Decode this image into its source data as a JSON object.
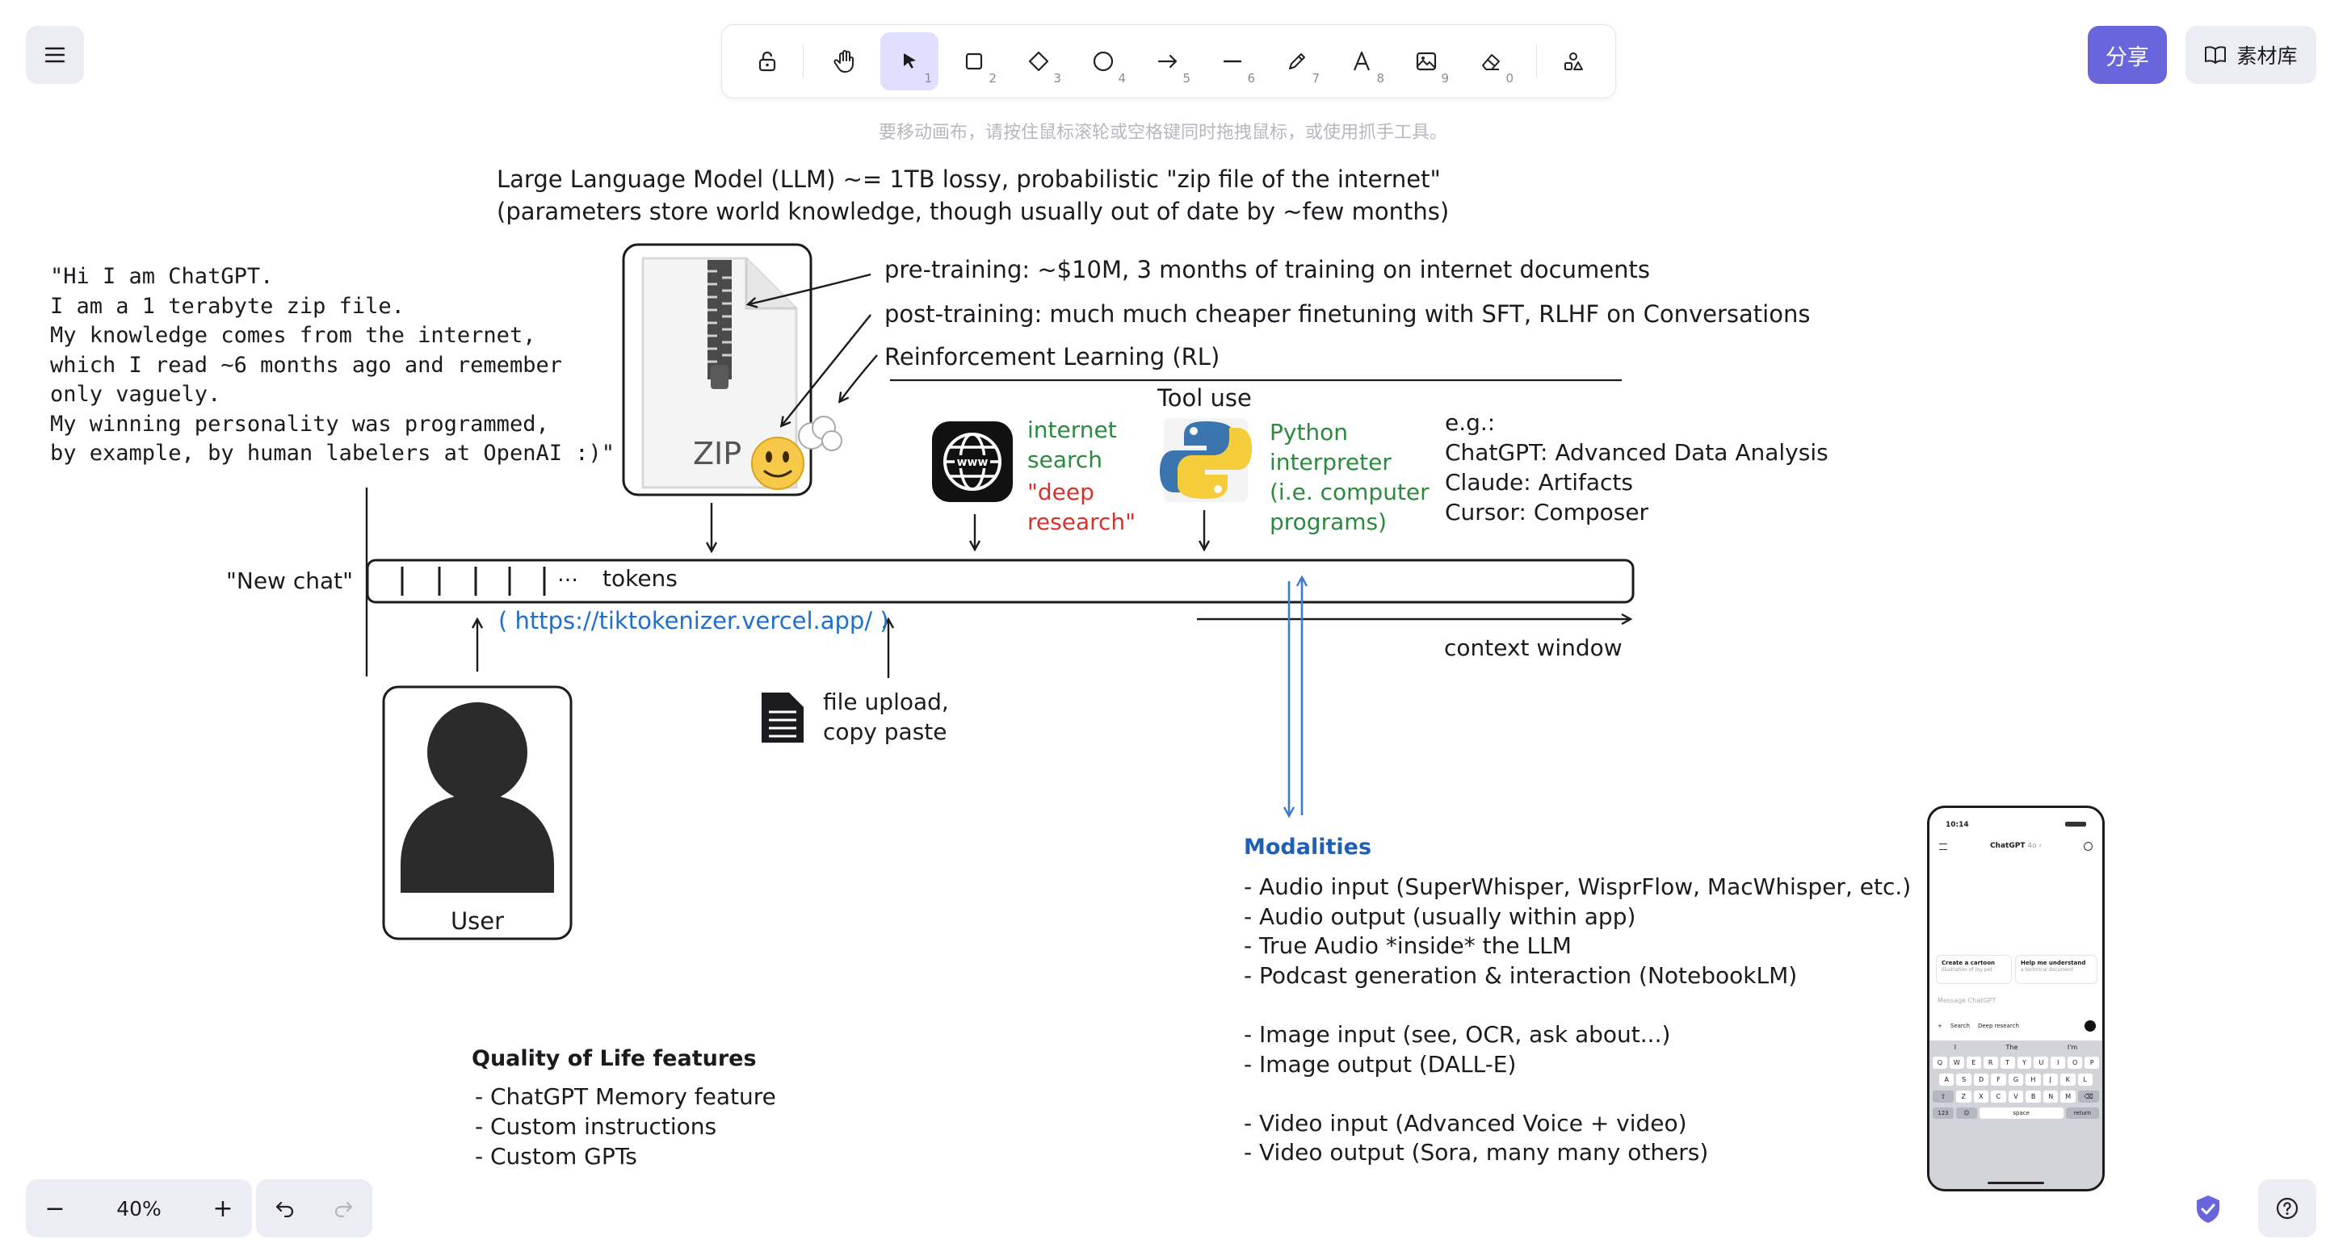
{
  "toolbar": {
    "tools": [
      {
        "name": "lock-tool",
        "key": ""
      },
      {
        "name": "hand-tool",
        "key": ""
      },
      {
        "name": "select-tool",
        "key": "1"
      },
      {
        "name": "rectangle-tool",
        "key": "2"
      },
      {
        "name": "diamond-tool",
        "key": "3"
      },
      {
        "name": "ellipse-tool",
        "key": "4"
      },
      {
        "name": "arrow-tool",
        "key": "5"
      },
      {
        "name": "line-tool",
        "key": "6"
      },
      {
        "name": "draw-tool",
        "key": "7"
      },
      {
        "name": "text-tool",
        "key": "8"
      },
      {
        "name": "image-tool",
        "key": "9"
      },
      {
        "name": "eraser-tool",
        "key": "0"
      },
      {
        "name": "more-shapes-tool",
        "key": ""
      }
    ],
    "hint": "要移动画布，请按住鼠标滚轮或空格键同时拖拽鼠标，或使用抓手工具。"
  },
  "header": {
    "share_label": "分享",
    "library_label": "素材库"
  },
  "footer": {
    "zoom": "40%",
    "zoom_out": "−",
    "zoom_in": "+"
  },
  "canvas": {
    "llm_title": "Large Language Model (LLM) ~= 1TB lossy, probabilistic \"zip file of the internet\"",
    "llm_subtitle": "(parameters store world knowledge, though usually out of date by ~few months)",
    "chatgpt_quote": "\"Hi I am ChatGPT.\nI am a 1 terabyte zip file.\nMy knowledge comes from the internet,\nwhich I read ~6 months ago and remember\nonly vaguely.\nMy winning personality was programmed,\nby example, by human labelers at OpenAI :)\"",
    "zip_label": "ZIP",
    "pretraining": "pre-training: ~$10M, 3 months of training on internet documents",
    "posttraining": "post-training: much much cheaper finetuning with SFT, RLHF on Conversations",
    "rl": "Reinforcement Learning (RL)",
    "tool_use": "Tool use",
    "internet_search": "internet\nsearch",
    "deep_research": "\"deep\nresearch\"",
    "python": "Python\ninterpreter\n(i.e. computer\nprograms)",
    "examples": "e.g.:\nChatGPT: Advanced Data Analysis\nClaude: Artifacts\nCursor: Composer",
    "new_chat": "\"New chat\"",
    "ellipsis": "…",
    "tokens": "tokens",
    "tiktokenizer": "( https://tiktokenizer.vercel.app/ )",
    "context_window": "context window",
    "user_label": "User",
    "file_upload": "file upload,\ncopy paste",
    "modalities_title": "Modalities",
    "modalities_list": "- Audio input (SuperWhisper, WisprFlow, MacWhisper, etc.)\n- Audio output (usually within app)\n- True Audio *inside* the LLM\n- Podcast generation & interaction (NotebookLM)\n\n- Image input (see, OCR, ask about...)\n- Image output (DALL-E)\n\n- Video input (Advanced Voice + video)\n- Video output (Sora, many many others)",
    "qol_title": "Quality of Life features",
    "qol_list": "- ChatGPT Memory feature\n- Custom instructions\n- Custom GPTs"
  },
  "phone": {
    "time": "10:14",
    "title": "ChatGPT",
    "title_suffix": "4o ›",
    "card1_title": "Create a cartoon",
    "card1_sub": "illustration of my pet",
    "card2_title": "Help me understand",
    "card2_sub": "a technical document",
    "message_placeholder": "Message ChatGPT",
    "search": "Search",
    "deep_research": "Deep research",
    "suggest": [
      "I",
      "The",
      "I'm"
    ],
    "row1": [
      "Q",
      "W",
      "E",
      "R",
      "T",
      "Y",
      "U",
      "I",
      "O",
      "P"
    ],
    "row2": [
      "A",
      "S",
      "D",
      "F",
      "G",
      "H",
      "J",
      "K",
      "L"
    ],
    "row3": [
      "Z",
      "X",
      "C",
      "V",
      "B",
      "N",
      "M"
    ],
    "numkey": "123",
    "space": "space",
    "return": "return"
  },
  "colors": {
    "accent": "#6965db",
    "green_text": "#2b8a3e",
    "red_text": "#d6332b",
    "blue_text": "#1e6fd0",
    "arrow_blue": "#3b7bd4"
  }
}
